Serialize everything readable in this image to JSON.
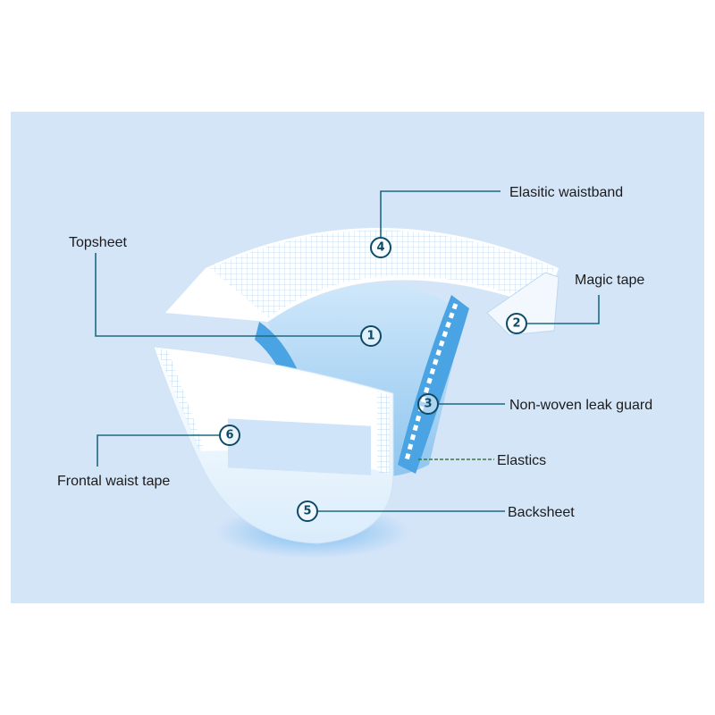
{
  "colors": {
    "panel": "#d5e5f8",
    "leader": "#1d6a80",
    "elastics_leader": "#3a7a3a",
    "number_ring": "#0f4a66"
  },
  "parts": [
    {
      "number": "1",
      "label": "Topsheet"
    },
    {
      "number": "2",
      "label": "Magic tape"
    },
    {
      "number": "3",
      "label": "Non-woven leak guard"
    },
    {
      "number": "4",
      "label": "Elasitic waistband"
    },
    {
      "number": "5",
      "label": "Backsheet"
    },
    {
      "number": "6",
      "label": "Frontal waist tape"
    }
  ],
  "elastics_label": "Elastics"
}
